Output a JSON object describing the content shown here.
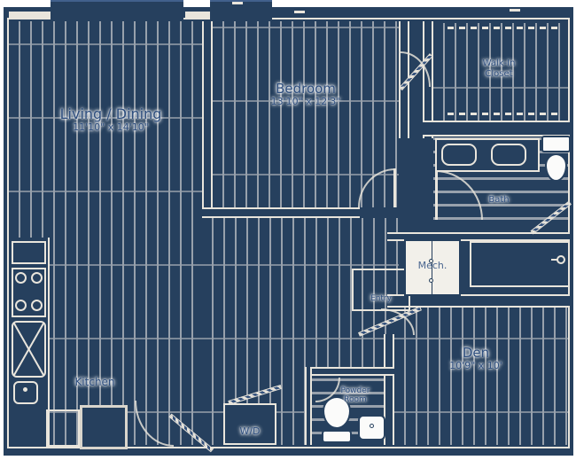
{
  "meta": {
    "type": "apartment-floor-plan",
    "colors": {
      "wall_navy": "#26405e",
      "floor_stripe": "#98a1ac",
      "wall_outline_cream": "#e9e5dc",
      "label_text": "#2e4e7e",
      "fixture_white": "#fbfbfa"
    }
  },
  "rooms": {
    "living": {
      "name": "Living / Dining",
      "dims": "11'10\" x 14'10\""
    },
    "bedroom": {
      "name": "Bedroom",
      "dims": "13'10\" x 12'3\""
    },
    "wic": {
      "line1": "Walk-In",
      "line2": "Closet"
    },
    "bath": {
      "name": "Bath"
    },
    "mech": {
      "name": "Mech."
    },
    "entry": {
      "name": "Entry"
    },
    "den": {
      "name": "Den",
      "dims": "10'9\" x 10'"
    },
    "kitchen": {
      "name": "Kitchen"
    },
    "laundry": {
      "name": "W/D"
    },
    "powder": {
      "line1": "Powder",
      "line2": "Room"
    }
  },
  "fixtures": [
    "cooktop",
    "dishwasher",
    "kitchen-sink",
    "kitchen-island",
    "vanity-sink-left",
    "vanity-sink-right",
    "bath-toilet",
    "tub-shower",
    "shower-head",
    "powder-toilet",
    "powder-sink",
    "washer-dryer"
  ]
}
